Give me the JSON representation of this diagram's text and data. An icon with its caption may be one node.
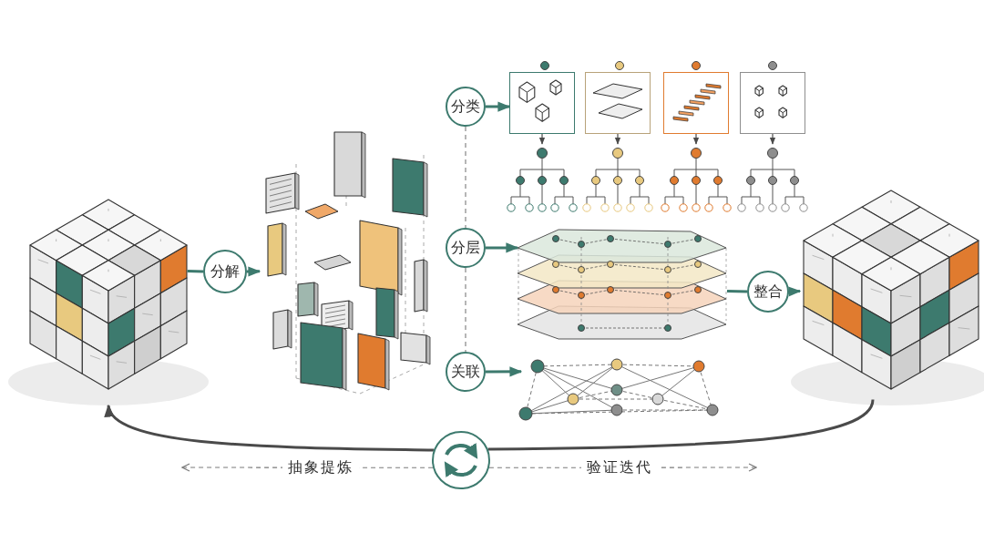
{
  "diagram": {
    "nodes": [
      {
        "text": [],
        "shape": "picture"
      },
      {
        "text": [
          "分解"
        ]
      },
      {
        "text": [],
        "shape": "picture"
      },
      {
        "text": [
          "分类"
        ]
      },
      {
        "text": [],
        "shape": "box"
      },
      {
        "text": [],
        "shape": "box"
      },
      {
        "text": [],
        "shape": "box"
      },
      {
        "text": [],
        "shape": "box"
      },
      {
        "text": [
          "分层"
        ]
      },
      {
        "text": [],
        "shape": "picture"
      },
      {
        "text": [
          "关联"
        ]
      },
      {
        "text": [],
        "shape": "picture"
      },
      {
        "text": [
          "整合"
        ]
      },
      {
        "text": [],
        "shape": "picture"
      },
      {
        "text": [],
        "shape": "circle"
      },
      {
        "text": [],
        "shape": "picture"
      },
      {
        "text": [],
        "shape": "picture"
      },
      {
        "text": [],
        "shape": "picture"
      },
      {
        "text": [],
        "shape": "picture"
      }
    ],
    "edges": [
      {
        "from": 0,
        "to": 1,
        "arrow": "none",
        "color": "#3d7a6e"
      },
      {
        "from": 1,
        "to": 2,
        "arrow": "to",
        "color": "#3d7a6e"
      },
      {
        "from": 3,
        "to": 4,
        "arrow": "to",
        "color": "#3d7a6e"
      },
      {
        "from": 8,
        "to": 9,
        "arrow": "to",
        "color": "#3d7a6e"
      },
      {
        "from": 10,
        "to": 11,
        "arrow": "to",
        "color": "#3d7a6e"
      },
      {
        "from": 9,
        "to": 12,
        "arrow": "none",
        "color": "#3d7a6e"
      },
      {
        "from": 12,
        "to": 13,
        "arrow": "to",
        "color": "#3d7a6e"
      },
      {
        "from": 4,
        "to": 15,
        "arrow": "to"
      },
      {
        "from": 5,
        "to": 16,
        "arrow": "to"
      },
      {
        "from": 6,
        "to": 17,
        "arrow": "to"
      },
      {
        "from": 7,
        "to": 18,
        "arrow": "to"
      },
      {
        "from": 3,
        "to": 8,
        "arrow": "none",
        "style": "dashed"
      },
      {
        "from": 8,
        "to": 10,
        "arrow": "none",
        "style": "dashed"
      },
      {
        "from": 13,
        "to": 14,
        "arrow": "none",
        "color": "#4a4a4a"
      },
      {
        "from": 14,
        "to": 0,
        "arrow": "to",
        "color": "#4a4a4a"
      },
      {
        "from": 14,
        "to": null,
        "arrow": "to",
        "style": "dashed",
        "label": "抽象提炼"
      },
      {
        "from": 14,
        "to": null,
        "arrow": "to",
        "style": "dashed",
        "label": "验证迭代"
      }
    ]
  }
}
